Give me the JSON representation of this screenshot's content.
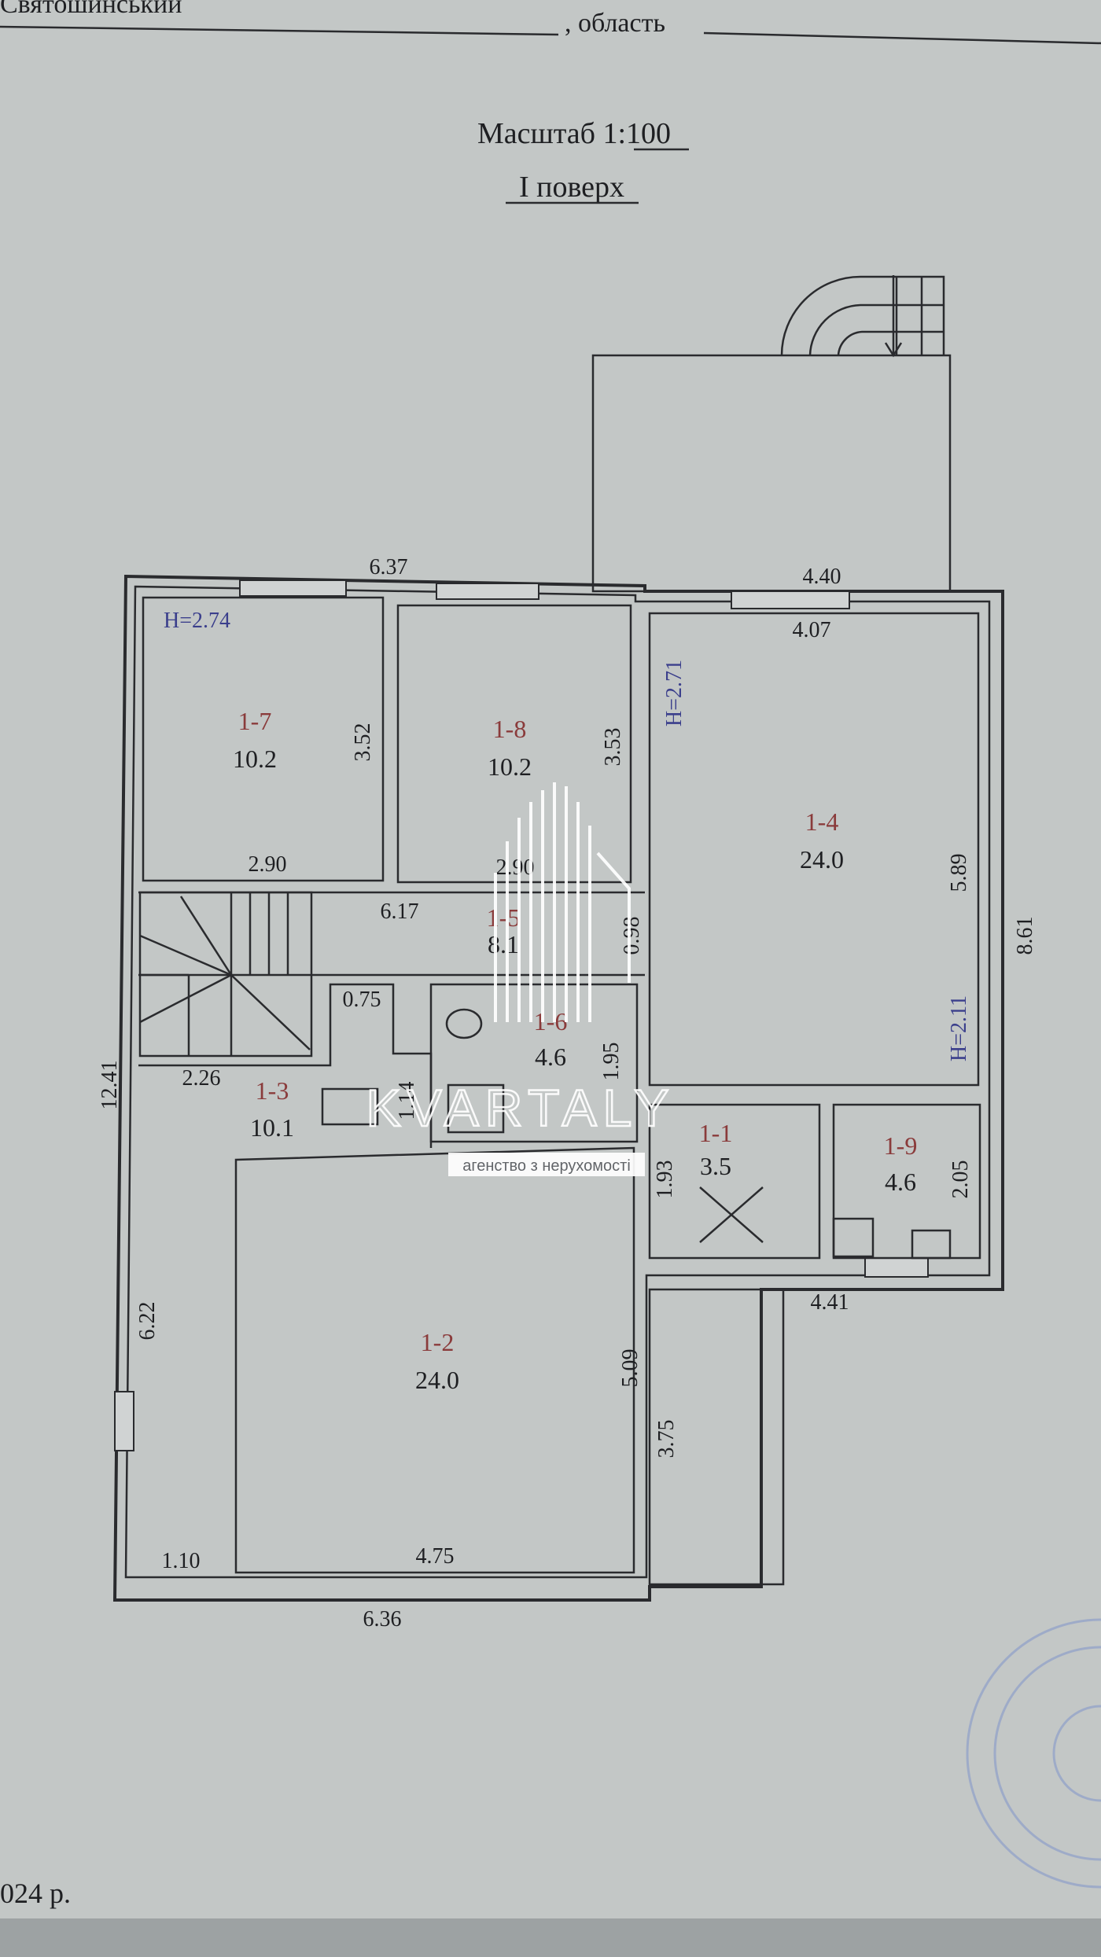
{
  "header": {
    "district": "Святошинський",
    "region_label": ", область",
    "scale": "Масштаб 1:100",
    "floor": "I поверх",
    "footer_date": "024 р."
  },
  "rooms": [
    {
      "id": "1-7",
      "area": "10.2"
    },
    {
      "id": "1-8",
      "area": "10.2"
    },
    {
      "id": "1-4",
      "area": "24.0"
    },
    {
      "id": "1-5",
      "area": "8.1"
    },
    {
      "id": "1-6",
      "area": "4.6"
    },
    {
      "id": "1-3",
      "area": "10.1"
    },
    {
      "id": "1-1",
      "area": "3.5"
    },
    {
      "id": "1-9",
      "area": "4.6"
    },
    {
      "id": "1-2",
      "area": "24.0"
    }
  ],
  "heights": {
    "h1": "H=2.74",
    "h2": "H=2.71",
    "h3": "H=2.11"
  },
  "dimensions": {
    "top_left": "6.37",
    "top_right": "4.40",
    "r14_top": "4.07",
    "r17_right": "3.52",
    "r18_right": "3.53",
    "r17_bottom": "2.90",
    "r18_bottom": "2.90",
    "corridor": "6.17",
    "r15_side": "0.98",
    "r14_right": "5.89",
    "overall_right": "8.61",
    "overall_left": "12.41",
    "small": "0.75",
    "r13_top": "2.26",
    "r13_side": "1.14",
    "r16_side": "1.95",
    "r11_side": "1.93",
    "r19_side": "2.05",
    "bottom_right": "4.41",
    "left_side": "6.22",
    "r12_right": "5.09",
    "annex": "3.75",
    "bottom_small": "1.10",
    "r12_bottom": "4.75",
    "bottom_total": "6.36"
  },
  "watermark": {
    "brand": "KVARTALY",
    "tagline": "агенство з нерухомості"
  }
}
